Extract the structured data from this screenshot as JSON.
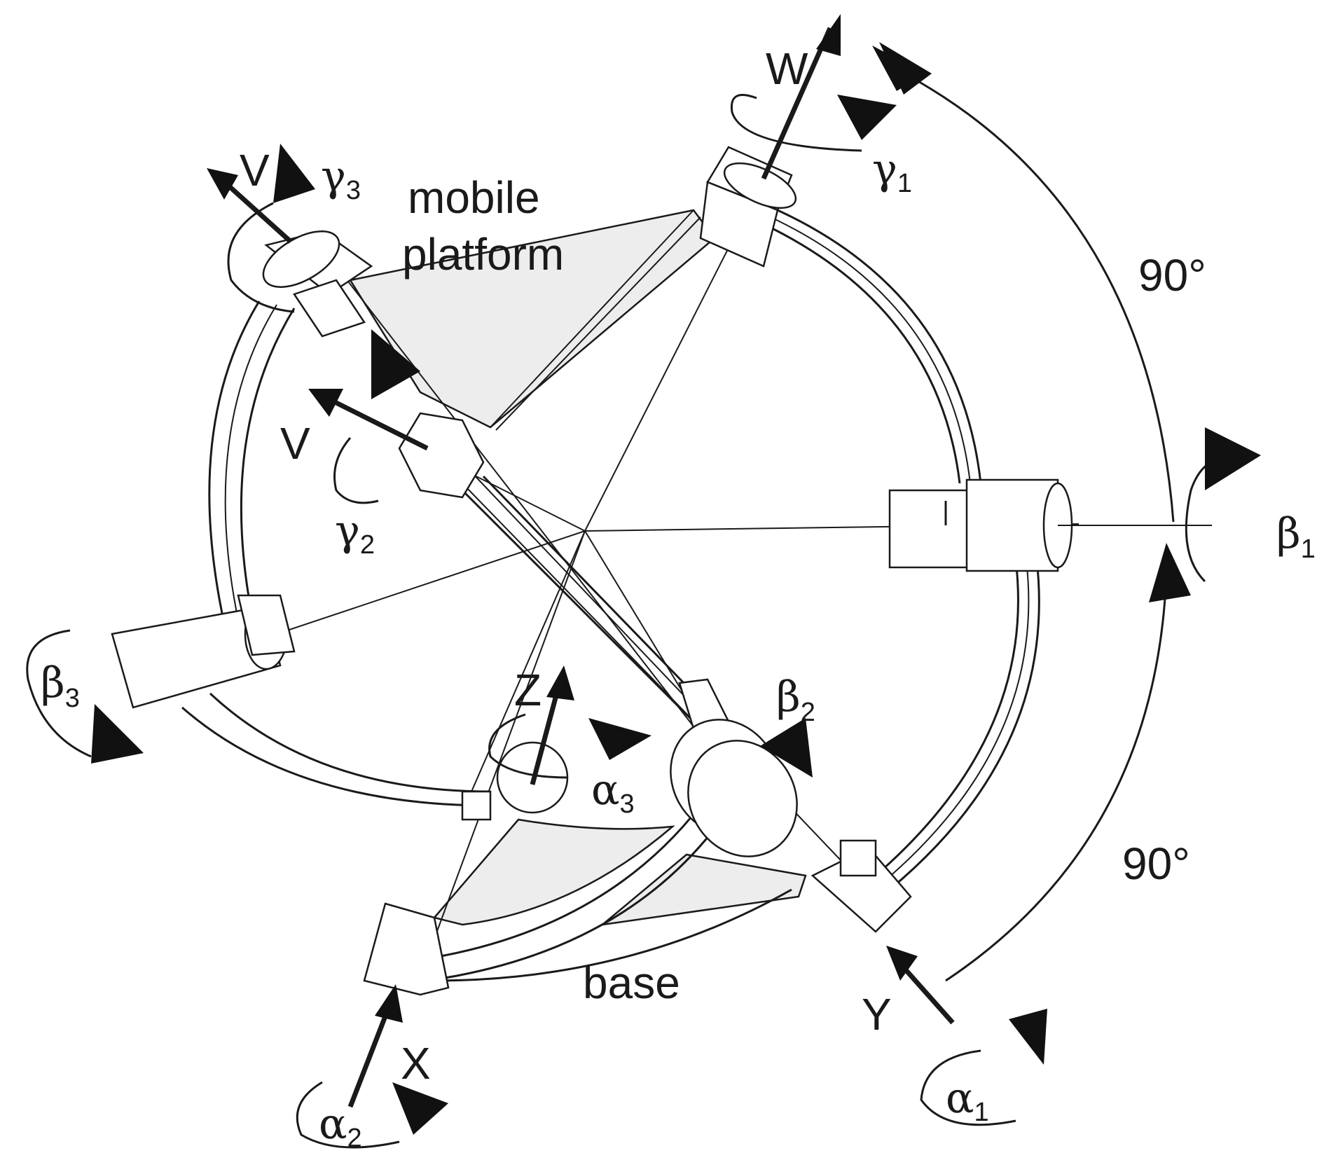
{
  "labels": {
    "mobile_line1": "mobile",
    "mobile_line2": "platform",
    "base": "base",
    "angle_upper": "90°",
    "angle_lower": "90°",
    "axis_w": "W",
    "axis_v_top": "V",
    "axis_v_mid": "V",
    "axis_z": "Z",
    "axis_x": "X",
    "axis_y": "Y"
  },
  "joints": [
    {
      "greek": "γ",
      "sub": "1"
    },
    {
      "greek": "γ",
      "sub": "2"
    },
    {
      "greek": "γ",
      "sub": "3"
    },
    {
      "greek": "β",
      "sub": "1"
    },
    {
      "greek": "β",
      "sub": "2"
    },
    {
      "greek": "β",
      "sub": "3"
    },
    {
      "greek": "α",
      "sub": "1"
    },
    {
      "greek": "α",
      "sub": "2"
    },
    {
      "greek": "α",
      "sub": "3"
    }
  ]
}
